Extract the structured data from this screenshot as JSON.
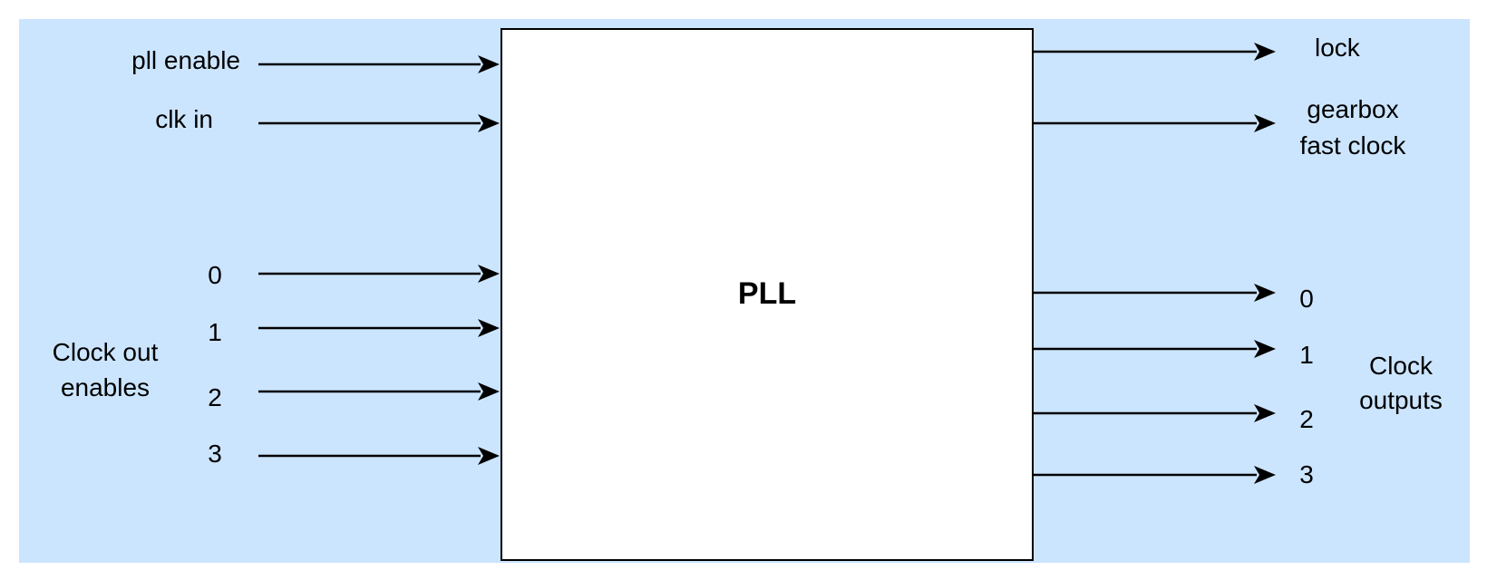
{
  "block": {
    "title": "PLL"
  },
  "inputs": {
    "pll_enable": "pll enable",
    "clk_in": "clk in",
    "enables_group": {
      "line1": "Clock out",
      "line2": "enables"
    },
    "enable_indices": [
      "0",
      "1",
      "2",
      "3"
    ]
  },
  "outputs": {
    "lock": "lock",
    "gearbox": {
      "line1": "gearbox",
      "line2": "fast clock"
    },
    "outputs_group": {
      "line1": "Clock",
      "line2": "outputs"
    },
    "output_indices": [
      "0",
      "1",
      "2",
      "3"
    ]
  },
  "colors": {
    "background": "#cce5ff",
    "block_fill": "#ffffff",
    "stroke": "#000000"
  }
}
